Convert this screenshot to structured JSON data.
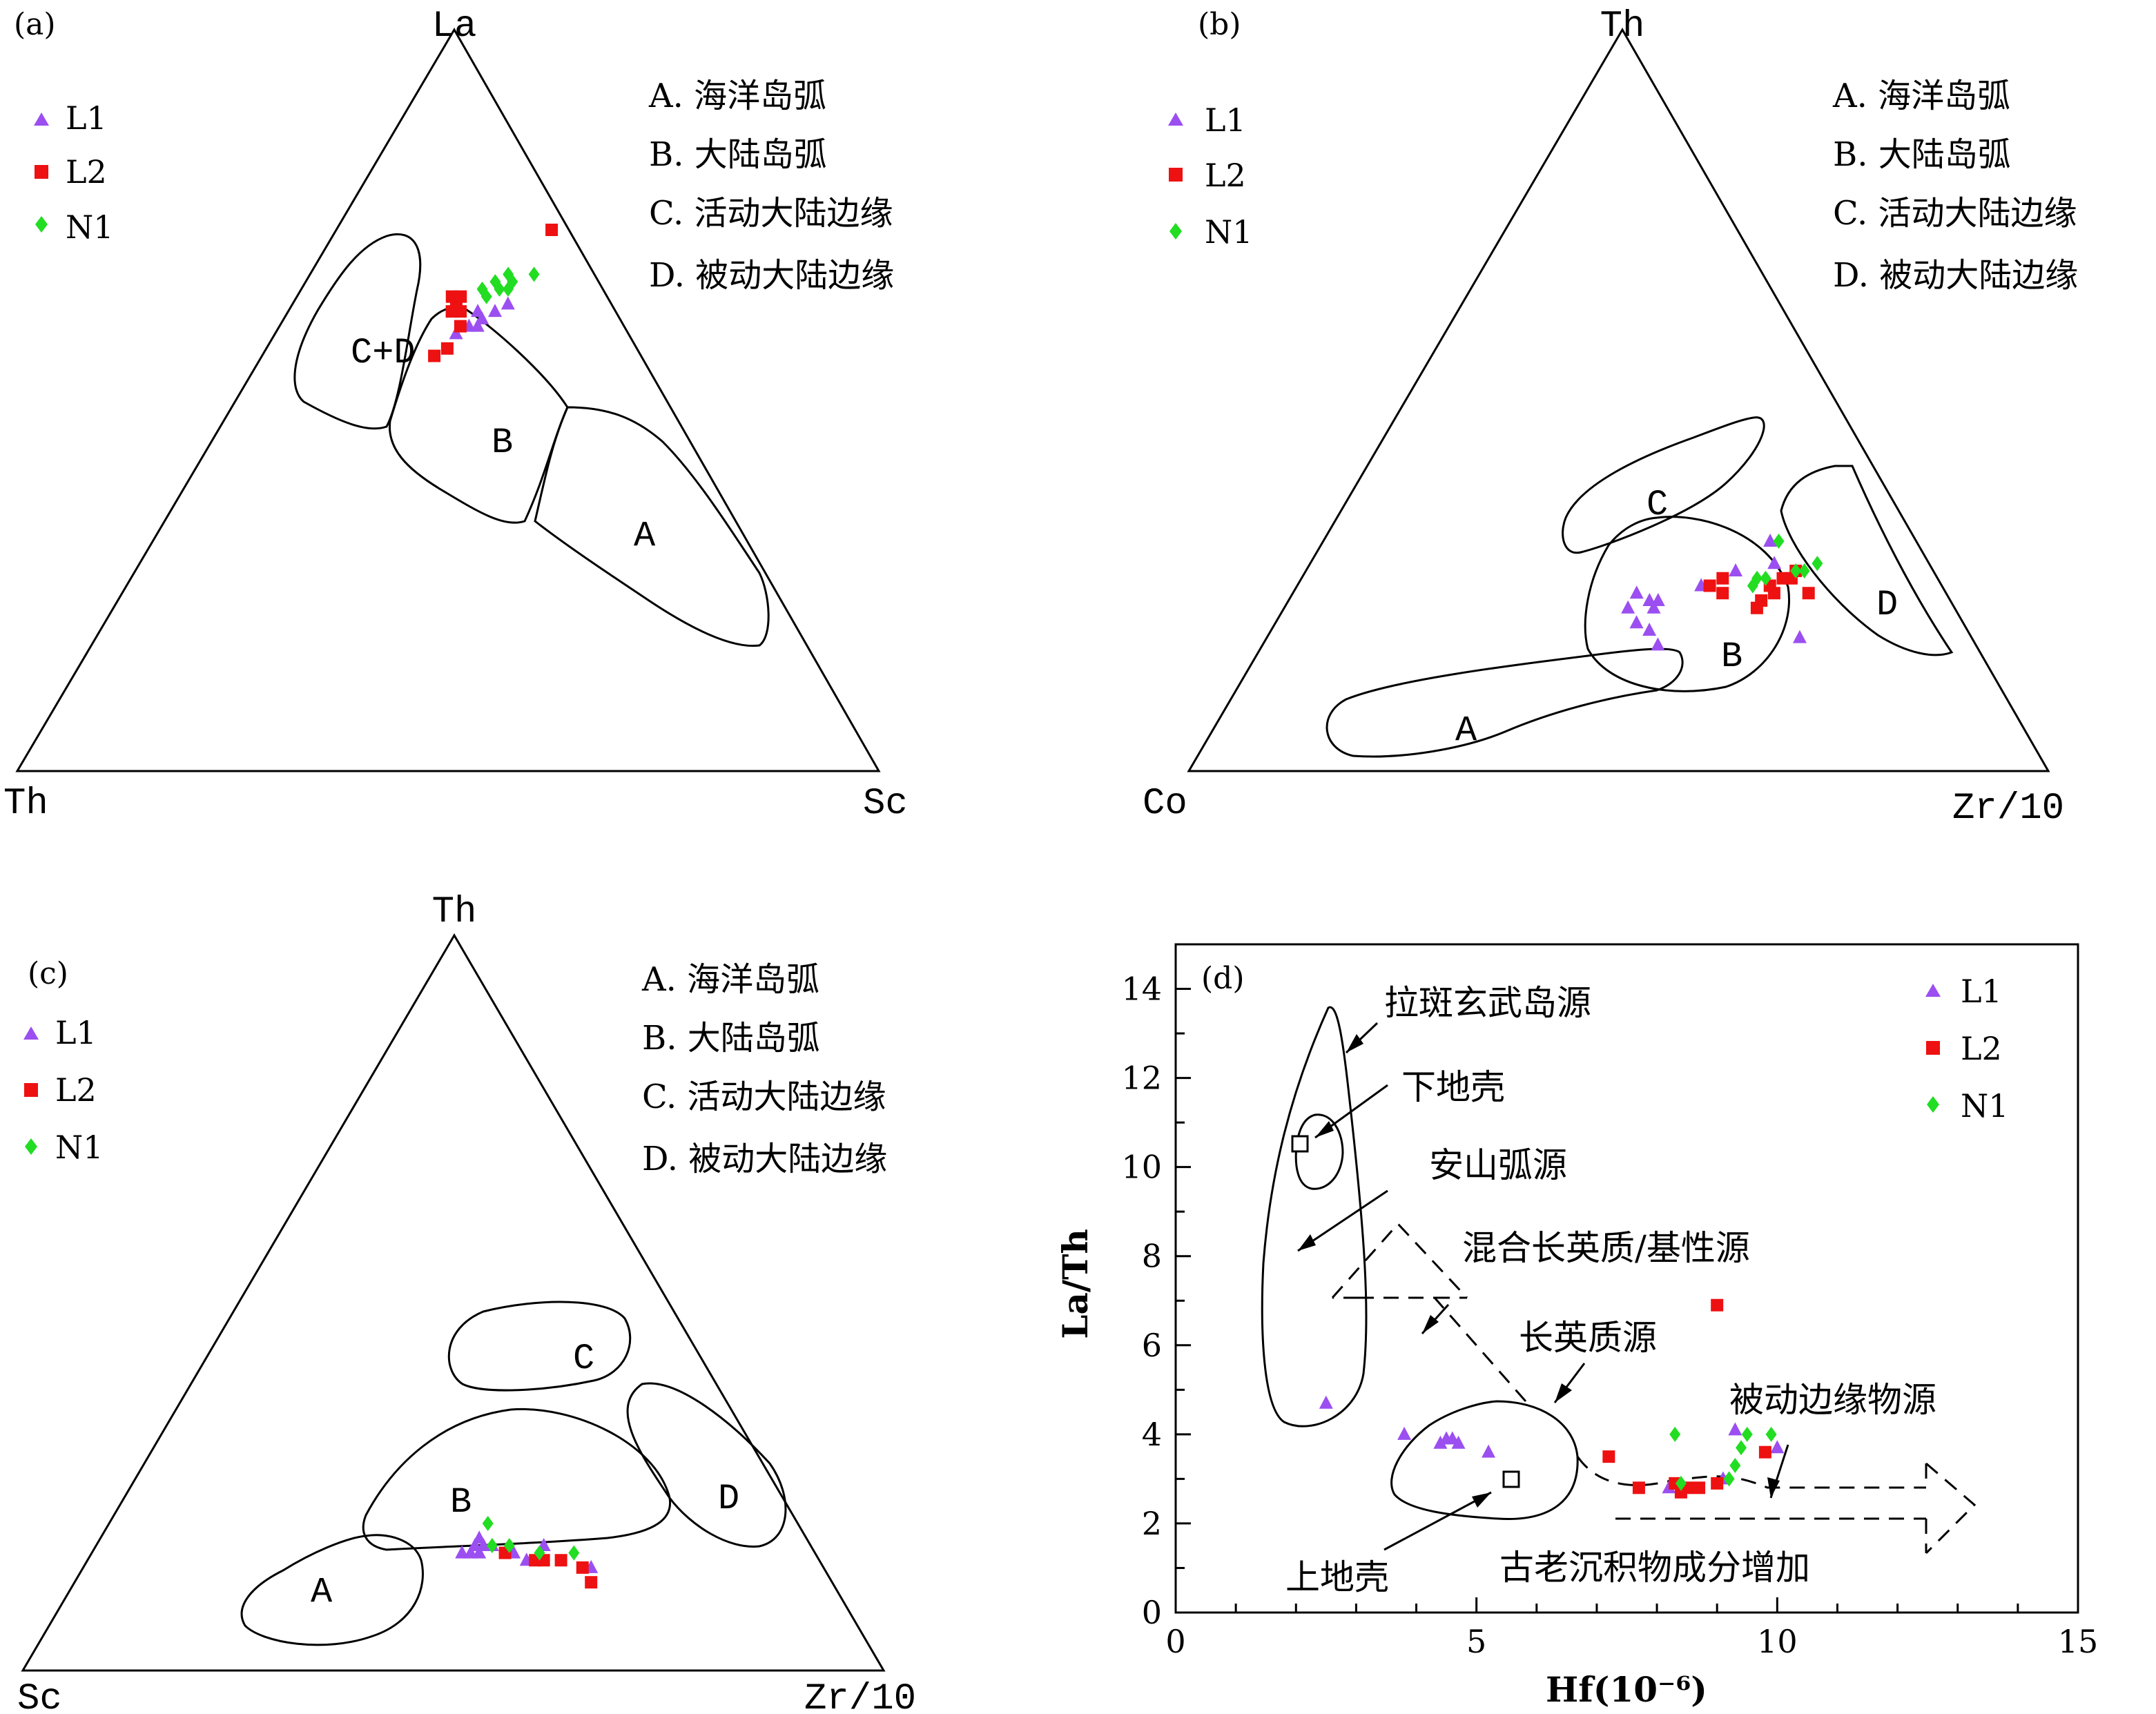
{
  "colors": {
    "L1": "#9b4ff0",
    "L2": "#ee1111",
    "N1": "#22dd22",
    "line": "#000000"
  },
  "legend": [
    {
      "name": "L1",
      "marker": "triangle"
    },
    {
      "name": "L2",
      "marker": "square"
    },
    {
      "name": "N1",
      "marker": "diamond"
    }
  ],
  "field_key": [
    "A. 海洋岛弧",
    "B. 大陆岛弧",
    "C. 活动大陆边缘",
    "D. 被动大陆边缘"
  ],
  "chart_data": [
    {
      "type": "scatter",
      "subtype": "ternary",
      "panel": "(a)",
      "apices": {
        "top": "La",
        "left": "Th",
        "right": "Sc"
      },
      "fields": [
        {
          "label": "C+D",
          "pos": [
            0.6,
            0.19
          ],
          "poly": [
            [
              0.56,
              0.1
            ],
            [
              0.62,
              0.15
            ],
            [
              0.66,
              0.25
            ],
            [
              0.66,
              0.46
            ],
            [
              0.61,
              0.42
            ],
            [
              0.53,
              0.26
            ],
            [
              0.52,
              0.19
            ]
          ]
        },
        {
          "label": "B",
          "pos": [
            0.535,
            0.255
          ],
          "poly": [
            [
              0.53,
              0.23
            ],
            [
              0.6,
              0.4
            ],
            [
              0.55,
              0.5
            ],
            [
              0.46,
              0.51
            ],
            [
              0.39,
              0.41
            ],
            [
              0.4,
              0.27
            ],
            [
              0.45,
              0.13
            ],
            [
              0.48,
              0.08
            ],
            [
              0.57,
              0.08
            ]
          ]
        },
        {
          "label": "A",
          "pos": [
            0.45,
            0.15
          ],
          "poly": [
            [
              0.55,
              0.5
            ],
            [
              0.6,
              0.4
            ],
            [
              0.62,
              0.32
            ],
            [
              0.59,
              0.19
            ],
            [
              0.49,
              0.09
            ],
            [
              0.34,
              0.01
            ],
            [
              0.17,
              0.03
            ],
            [
              0.26,
              0.13
            ],
            [
              0.33,
              0.2
            ],
            [
              0.44,
              0.35
            ]
          ]
        }
      ],
      "series": [
        {
          "name": "L1",
          "points": [
            [
              0.63,
              0.25
            ],
            [
              0.6,
              0.22
            ],
            [
              0.62,
              0.22
            ],
            [
              0.6,
              0.23
            ],
            [
              0.61,
              0.23
            ],
            [
              0.62,
              0.24
            ],
            [
              0.59,
              0.21
            ]
          ]
        },
        {
          "name": "L2",
          "points": [
            [
              0.56,
              0.2
            ],
            [
              0.57,
              0.21
            ],
            [
              0.63,
              0.19
            ],
            [
              0.64,
              0.18
            ],
            [
              0.62,
              0.2
            ],
            [
              0.62,
              0.19
            ],
            [
              0.64,
              0.19
            ],
            [
              0.6,
              0.21
            ],
            [
              0.73,
              0.25
            ]
          ]
        },
        {
          "name": "N1",
          "points": [
            [
              0.67,
              0.26
            ],
            [
              0.66,
              0.24
            ],
            [
              0.67,
              0.23
            ],
            [
              0.66,
              0.22
            ],
            [
              0.65,
              0.23
            ],
            [
              0.64,
              0.22
            ],
            [
              0.65,
              0.24
            ],
            [
              0.65,
              0.21
            ]
          ]
        }
      ]
    },
    {
      "type": "scatter",
      "subtype": "ternary",
      "panel": "(b)",
      "apices": {
        "top": "Th",
        "left": "Co",
        "right": "Zr/10"
      },
      "fields": [
        {
          "label": "C",
          "pos": [
            0.34,
            0.21
          ],
          "poly": [
            [
              0.36,
              0.16
            ],
            [
              0.43,
              0.23
            ],
            [
              0.46,
              0.31
            ],
            [
              0.41,
              0.31
            ],
            [
              0.34,
              0.25
            ],
            [
              0.28,
              0.2
            ],
            [
              0.28,
              0.17
            ]
          ]
        },
        {
          "label": "B",
          "pos": [
            0.23,
            0.56
          ],
          "poly": [
            [
              0.29,
              0.3
            ],
            [
              0.29,
              0.33
            ],
            [
              0.23,
              0.41
            ],
            [
              0.2,
              0.47
            ],
            [
              0.2,
              0.51
            ],
            [
              0.24,
              0.56
            ],
            [
              0.3,
              0.49
            ],
            [
              0.34,
              0.37
            ],
            [
              0.33,
              0.3
            ]
          ]
        },
        {
          "label": "D",
          "pos": [
            0.18,
            0.69
          ],
          "poly": [
            [
              0.16,
              0.65
            ],
            [
              0.24,
              0.67
            ],
            [
              0.28,
              0.68
            ],
            [
              0.28,
              0.63
            ],
            [
              0.21,
              0.6
            ],
            [
              0.17,
              0.56
            ],
            [
              0.13,
              0.59
            ]
          ]
        },
        {
          "label": "A",
          "pos": [
            0.07,
            0.31
          ],
          "poly": [
            [
              0.04,
              0.28
            ],
            [
              0.08,
              0.27
            ],
            [
              0.15,
              0.4
            ],
            [
              0.15,
              0.47
            ],
            [
              0.12,
              0.48
            ],
            [
              0.04,
              0.48
            ]
          ]
        }
      ],
      "series": [
        {
          "name": "L1",
          "points": [
            [
              0.17,
              0.46
            ],
            [
              0.23,
              0.43
            ],
            [
              0.22,
              0.4
            ],
            [
              0.2,
              0.42
            ],
            [
              0.19,
              0.44
            ],
            [
              0.22,
              0.43
            ],
            [
              0.24,
              0.4
            ],
            [
              0.25,
              0.47
            ],
            [
              0.23,
              0.42
            ],
            [
              0.31,
              0.52
            ],
            [
              0.27,
              0.5
            ],
            [
              0.28,
              0.54
            ],
            [
              0.18,
              0.62
            ]
          ]
        },
        {
          "name": "L2",
          "points": [
            [
              0.25,
              0.48
            ],
            [
              0.26,
              0.49
            ],
            [
              0.24,
              0.5
            ],
            [
              0.25,
              0.55
            ],
            [
              0.24,
              0.56
            ],
            [
              0.27,
              0.57
            ],
            [
              0.24,
              0.6
            ],
            [
              0.26,
              0.57
            ],
            [
              0.26,
              0.56
            ],
            [
              0.23,
              0.55
            ],
            [
              0.22,
              0.55
            ]
          ]
        },
        {
          "name": "N1",
          "points": [
            [
              0.31,
              0.53
            ],
            [
              0.28,
              0.59
            ],
            [
              0.27,
              0.57
            ],
            [
              0.26,
              0.53
            ],
            [
              0.26,
              0.54
            ],
            [
              0.27,
              0.58
            ],
            [
              0.25,
              0.53
            ]
          ]
        }
      ]
    },
    {
      "type": "scatter",
      "subtype": "ternary",
      "panel": "(c)",
      "apices": {
        "top": "Th",
        "left": "Sc",
        "right": "Zr/10"
      },
      "fields": [
        {
          "label": "C",
          "pos": [
            0.26,
            0.49
          ],
          "poly": [
            [
              0.24,
              0.46
            ],
            [
              0.31,
              0.51
            ],
            [
              0.31,
              0.57
            ],
            [
              0.27,
              0.58
            ],
            [
              0.23,
              0.51
            ],
            [
              0.22,
              0.48
            ]
          ]
        },
        {
          "label": "B",
          "pos": [
            0.18,
            0.45
          ],
          "poly": [
            [
              0.21,
              0.35
            ],
            [
              0.24,
              0.45
            ],
            [
              0.25,
              0.61
            ],
            [
              0.2,
              0.62
            ],
            [
              0.14,
              0.5
            ],
            [
              0.1,
              0.44
            ],
            [
              0.12,
              0.39
            ]
          ]
        },
        {
          "label": "D",
          "pos": [
            0.14,
            0.69
          ],
          "poly": [
            [
              0.14,
              0.59
            ],
            [
              0.23,
              0.7
            ],
            [
              0.21,
              0.73
            ],
            [
              0.16,
              0.73
            ],
            [
              0.11,
              0.68
            ],
            [
              0.1,
              0.63
            ]
          ]
        },
        {
          "label": "A",
          "pos": [
            0.06,
            0.23
          ],
          "poly": [
            [
              0.03,
              0.18
            ],
            [
              0.07,
              0.17
            ],
            [
              0.11,
              0.27
            ],
            [
              0.11,
              0.33
            ],
            [
              0.08,
              0.36
            ],
            [
              0.05,
              0.29
            ]
          ]
        }
      ],
      "series": [
        {
          "name": "L1",
          "points": [
            [
              0.16,
              0.43
            ],
            [
              0.17,
              0.44
            ],
            [
              0.18,
              0.44
            ],
            [
              0.17,
              0.45
            ],
            [
              0.16,
              0.44
            ],
            [
              0.17,
              0.46
            ],
            [
              0.16,
              0.45
            ],
            [
              0.17,
              0.52
            ],
            [
              0.16,
              0.49
            ],
            [
              0.15,
              0.51
            ],
            [
              0.14,
              0.59
            ]
          ]
        },
        {
          "name": "L2",
          "points": [
            [
              0.16,
              0.48
            ],
            [
              0.15,
              0.52
            ],
            [
              0.15,
              0.53
            ],
            [
              0.15,
              0.55
            ],
            [
              0.14,
              0.58
            ],
            [
              0.12,
              0.6
            ]
          ]
        },
        {
          "name": "N1",
          "points": [
            [
              0.2,
              0.44
            ],
            [
              0.17,
              0.46
            ],
            [
              0.17,
              0.48
            ],
            [
              0.16,
              0.52
            ],
            [
              0.16,
              0.56
            ]
          ]
        }
      ]
    },
    {
      "type": "scatter",
      "panel": "(d)",
      "xlabel": "Hf(10⁻⁶)",
      "ylabel": "La/Th",
      "xlim": [
        0,
        15
      ],
      "ylim": [
        0,
        15
      ],
      "xticks": [
        0,
        5,
        10,
        15
      ],
      "yticks": [
        0,
        2,
        4,
        6,
        8,
        10,
        12,
        14
      ],
      "annotations": [
        "拉斑玄武岛源",
        "下地壳",
        "安山弧源",
        "混合长英质/基性源",
        "长英质源",
        "被动边缘物源",
        "上地壳",
        "古老沉积物成分增加"
      ],
      "reference_points": [
        {
          "name": "下地壳",
          "x": 2.1,
          "y": 10.5
        },
        {
          "name": "上地壳",
          "x": 5.8,
          "y": 2.9
        }
      ],
      "series": [
        {
          "name": "L1",
          "points": [
            [
              2.5,
              4.7
            ],
            [
              3.8,
              4.0
            ],
            [
              4.4,
              3.8
            ],
            [
              4.5,
              3.9
            ],
            [
              4.6,
              3.9
            ],
            [
              4.7,
              3.8
            ],
            [
              5.2,
              3.6
            ],
            [
              8.2,
              2.8
            ],
            [
              9.1,
              3.0
            ],
            [
              9.3,
              4.1
            ],
            [
              10.0,
              3.7
            ]
          ]
        },
        {
          "name": "L2",
          "points": [
            [
              7.2,
              3.5
            ],
            [
              7.7,
              2.8
            ],
            [
              8.3,
              2.9
            ],
            [
              8.4,
              2.7
            ],
            [
              8.5,
              2.8
            ],
            [
              8.7,
              2.8
            ],
            [
              9.0,
              2.9
            ],
            [
              9.0,
              6.9
            ],
            [
              9.8,
              3.6
            ]
          ]
        },
        {
          "name": "N1",
          "points": [
            [
              8.3,
              4.0
            ],
            [
              8.4,
              2.9
            ],
            [
              9.2,
              3.0
            ],
            [
              9.3,
              3.3
            ],
            [
              9.4,
              3.7
            ],
            [
              9.5,
              4.0
            ],
            [
              9.9,
              4.0
            ]
          ]
        }
      ]
    }
  ]
}
